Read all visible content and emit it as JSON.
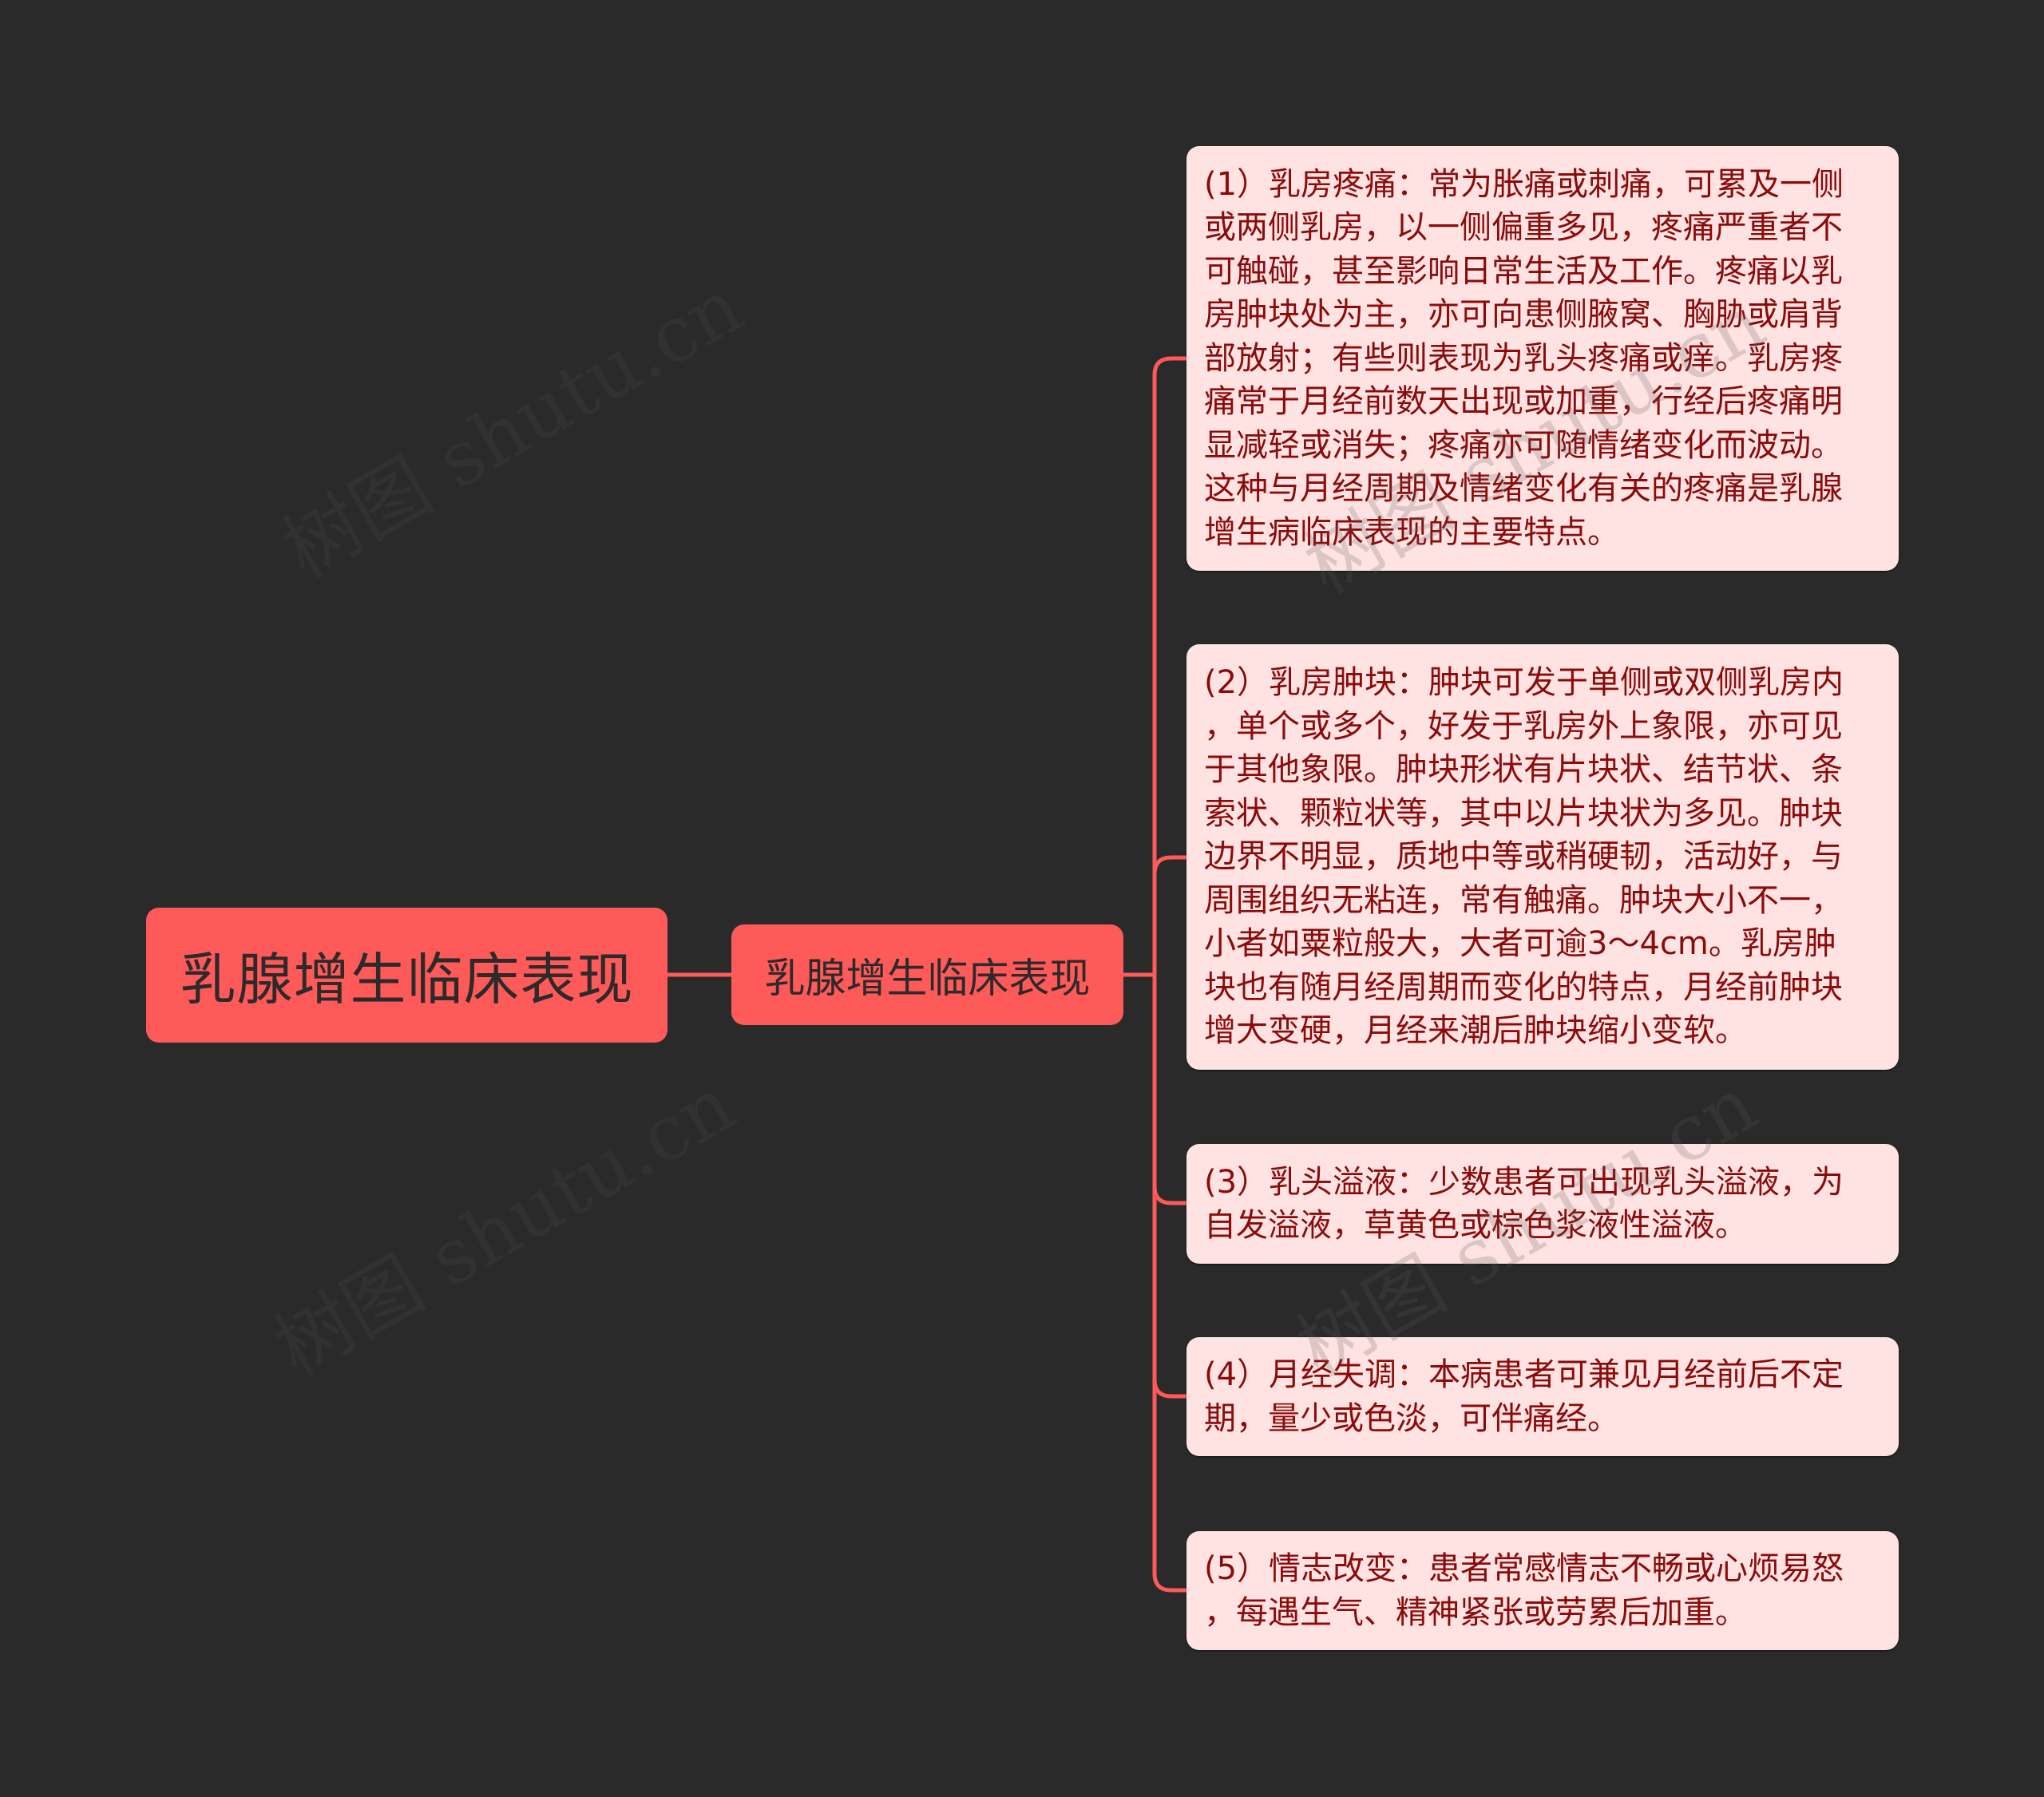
{
  "mindmap": {
    "root": {
      "label": "乳腺增生临床表现"
    },
    "branch": {
      "label": "乳腺增生临床表现"
    },
    "leaves": [
      {
        "id": 1,
        "lines": [
          "(1）乳房疼痛：常为胀痛或刺痛，可累及一侧",
          "或两侧乳房，以一侧偏重多见，疼痛严重者不",
          "可触碰，甚至影响日常生活及工作。疼痛以乳",
          "房肿块处为主，亦可向患侧腋窝、胸胁或肩背",
          "部放射；有些则表现为乳头疼痛或痒。乳房疼",
          "痛常于月经前数天出现或加重，行经后疼痛明",
          "显减轻或消失；疼痛亦可随情绪变化而波动。",
          "这种与月经周期及情绪变化有关的疼痛是乳腺",
          "增生病临床表现的主要特点。"
        ]
      },
      {
        "id": 2,
        "lines": [
          "(2）乳房肿块：肿块可发于单侧或双侧乳房内",
          "，单个或多个，好发于乳房外上象限，亦可见",
          "于其他象限。肿块形状有片块状、结节状、条",
          "索状、颗粒状等，其中以片块状为多见。肿块",
          "边界不明显，质地中等或稍硬韧，活动好，与",
          "周围组织无粘连，常有触痛。肿块大小不一，",
          "小者如粟粒般大，大者可逾3～4cm。乳房肿",
          "块也有随月经周期而变化的特点，月经前肿块",
          "增大变硬，月经来潮后肿块缩小变软。"
        ]
      },
      {
        "id": 3,
        "lines": [
          "(3）乳头溢液：少数患者可出现乳头溢液，为",
          "自发溢液，草黄色或棕色浆液性溢液。"
        ]
      },
      {
        "id": 4,
        "lines": [
          "(4）月经失调：本病患者可兼见月经前后不定",
          "期，量少或色淡，可伴痛经。"
        ]
      },
      {
        "id": 5,
        "lines": [
          "(5）情志改变：患者常感情志不畅或心烦易怒",
          "，每遇生气、精神紧张或劳累后加重。"
        ]
      }
    ]
  },
  "watermark": {
    "text": "树图 shutu.cn"
  },
  "colors": {
    "background": "#2a2a2a",
    "node_fill": "#ff5a5a",
    "node_text": "#2e2a2a",
    "leaf_fill": "#ffe3e3",
    "leaf_text": "#8b0a0a",
    "connector": "#ff5a5a"
  }
}
